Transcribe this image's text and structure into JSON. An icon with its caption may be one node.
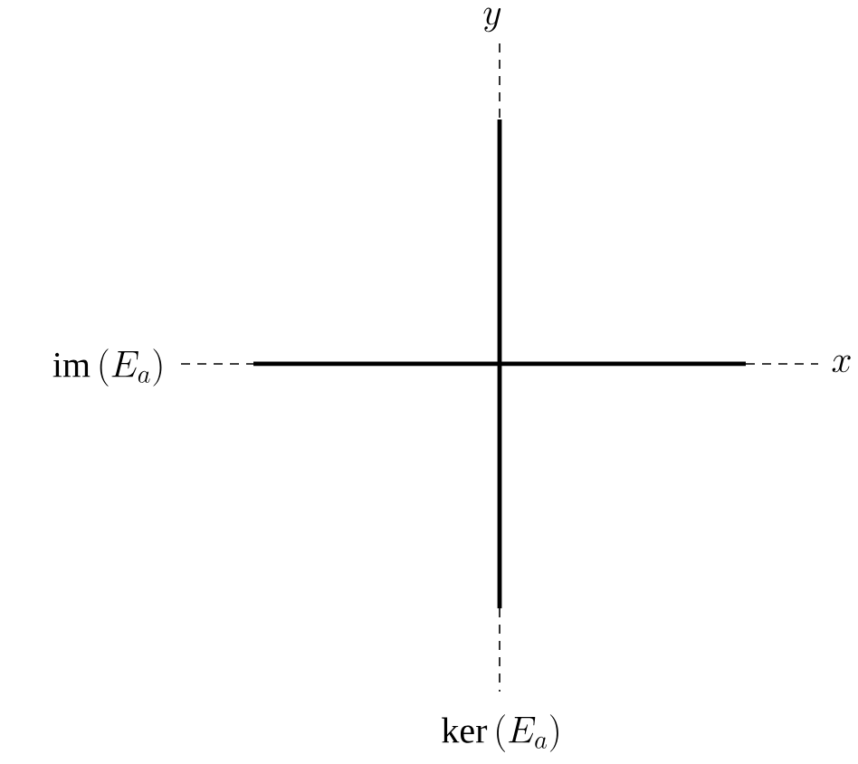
{
  "diagram": {
    "labels": [
      "y",
      "\\mathrm{im}\\,(E_a)",
      "x",
      "\\ker\\,(E_a)"
    ]
  }
}
